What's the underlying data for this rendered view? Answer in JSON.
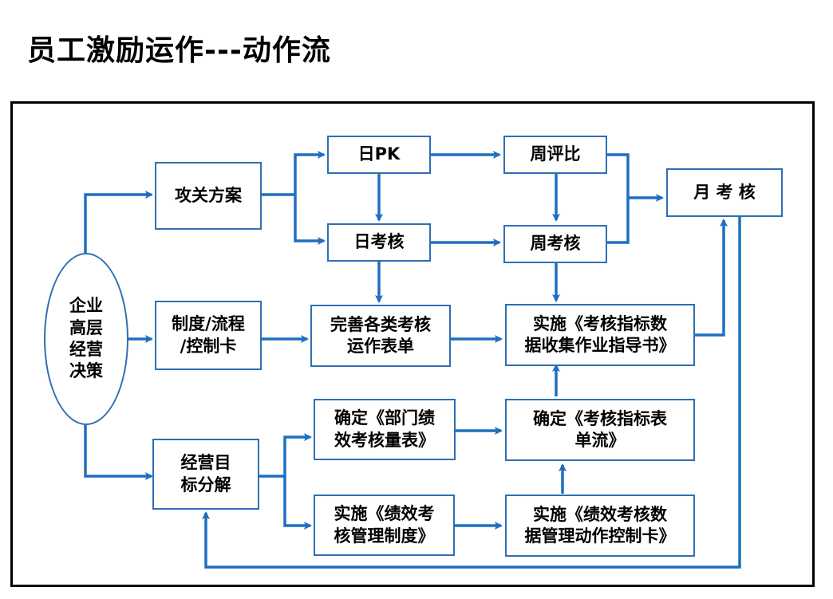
{
  "title": "员工激励运作---动作流",
  "colors": {
    "line": "#1f6fc0",
    "border": "#2f6fb2"
  },
  "nodes": {
    "executive": "企业\n高层\n经营\n决策",
    "attack_plan": "攻关方案",
    "daily_pk": "日PK",
    "weekly_compare": "周评比",
    "monthly_review": "月 考 核",
    "daily_review": "日考核",
    "weekly_review": "周考核",
    "system_process": "制度/流程\n/控制卡",
    "improve_forms": "完善各类考核\n运作表单",
    "implement_guide": "实施《考核指标数\n据收集作业指导书》",
    "decompose_goals": "经营目\n标分解",
    "dept_scale": "确定《部门绩\n效考核量表》",
    "indicator_flow": "确定《考核指标表\n单流》",
    "implement_system": "实施《绩效考\n核管理制度》",
    "implement_card": "实施《绩效考核数\n据管理动作控制卡》"
  }
}
